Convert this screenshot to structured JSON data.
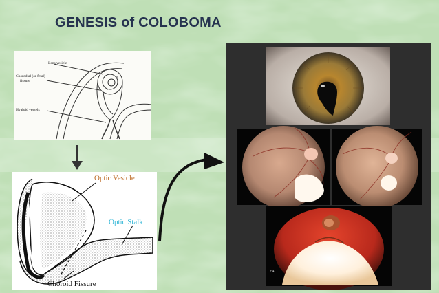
{
  "slide": {
    "title": "GENESIS of COLOBOMA"
  },
  "top_diagram": {
    "labels": {
      "lens_vesicle": "Lens vesicle",
      "choroidal_fissure_line1": "Chorodial (or fetal)",
      "choroidal_fissure_line2": "fissure",
      "hyaloid_vessels": "Hyaloid vessels"
    }
  },
  "bottom_diagram": {
    "labels": {
      "optic_vesicle": "Optic Vesicle",
      "optic_stalk": "Optic Stalk",
      "choroid_fissure": "Choroid Fissure"
    },
    "colors": {
      "optic_vesicle": "#c0702e",
      "optic_stalk": "#3ab9d8",
      "choroid_fissure": "#111111"
    }
  },
  "photo_panel": {
    "photos": [
      "iris-coloboma-photo",
      "fundus-photo-left",
      "fundus-photo-right",
      "optic-disc-coloboma-photo"
    ],
    "bottom_corner_mark": "+4"
  },
  "colors": {
    "background": "#c6e3bd",
    "title": "#26334f",
    "panel_dark": "#2e2e2e"
  }
}
